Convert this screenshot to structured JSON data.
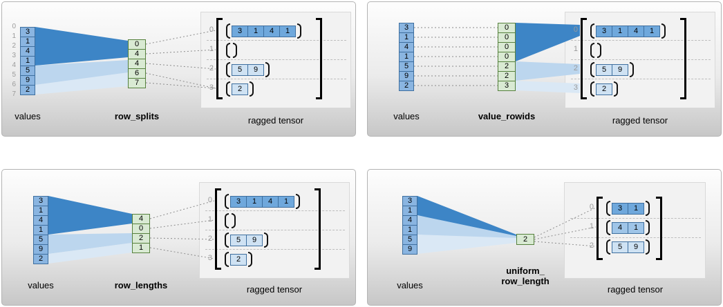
{
  "figure": {
    "description": "Four ways to construct a ragged tensor",
    "colors": {
      "value_cell_fill": "#8ab5e1",
      "tensor_row_dark_fill": "#6fa8dc",
      "tensor_row_mid_fill": "#9fc5e8",
      "tensor_row_light_fill": "#cfe2f3",
      "factory_cell_fill": "#d9ead3",
      "funnel_dark": "#3d85c6",
      "funnel_mid": "#bcd6ee",
      "funnel_light": "#dae8f5"
    }
  },
  "panels": [
    {
      "values_label": "values",
      "method_label": "row_splits",
      "tensor_label": "ragged tensor",
      "values": [
        "3",
        "1",
        "4",
        "1",
        "5",
        "9",
        "2"
      ],
      "offsets": [
        "0",
        "1",
        "2",
        "3",
        "4",
        "5",
        "6",
        "7"
      ],
      "method_cells": [
        "0",
        "4",
        "4",
        "6",
        "7"
      ],
      "row_indices": [
        "0",
        "1",
        "2",
        "3"
      ],
      "rows": [
        [
          "3",
          "1",
          "4",
          "1"
        ],
        [],
        [
          "5",
          "9"
        ],
        [
          "2"
        ]
      ]
    },
    {
      "values_label": "values",
      "method_label": "value_rowids",
      "tensor_label": "ragged tensor",
      "values": [
        "3",
        "1",
        "4",
        "1",
        "5",
        "9",
        "2"
      ],
      "method_cells": [
        "0",
        "0",
        "0",
        "0",
        "2",
        "2",
        "3"
      ],
      "row_indices": [
        "0",
        "1",
        "2",
        "3"
      ],
      "rows": [
        [
          "3",
          "1",
          "4",
          "1"
        ],
        [],
        [
          "5",
          "9"
        ],
        [
          "2"
        ]
      ]
    },
    {
      "values_label": "values",
      "method_label": "row_lengths",
      "tensor_label": "ragged tensor",
      "values": [
        "3",
        "1",
        "4",
        "1",
        "5",
        "9",
        "2"
      ],
      "method_cells": [
        "4",
        "0",
        "2",
        "1"
      ],
      "row_indices": [
        "0",
        "1",
        "2",
        "3"
      ],
      "rows": [
        [
          "3",
          "1",
          "4",
          "1"
        ],
        [],
        [
          "5",
          "9"
        ],
        [
          "2"
        ]
      ]
    },
    {
      "values_label": "values",
      "method_label_line1": "uniform_",
      "method_label_line2": "row_length",
      "tensor_label": "ragged tensor",
      "values": [
        "3",
        "1",
        "4",
        "1",
        "5",
        "9"
      ],
      "method_cells": [
        "2"
      ],
      "row_indices": [
        "0",
        "1",
        "2"
      ],
      "rows": [
        [
          "3",
          "1"
        ],
        [
          "4",
          "1"
        ],
        [
          "5",
          "9"
        ]
      ]
    }
  ]
}
